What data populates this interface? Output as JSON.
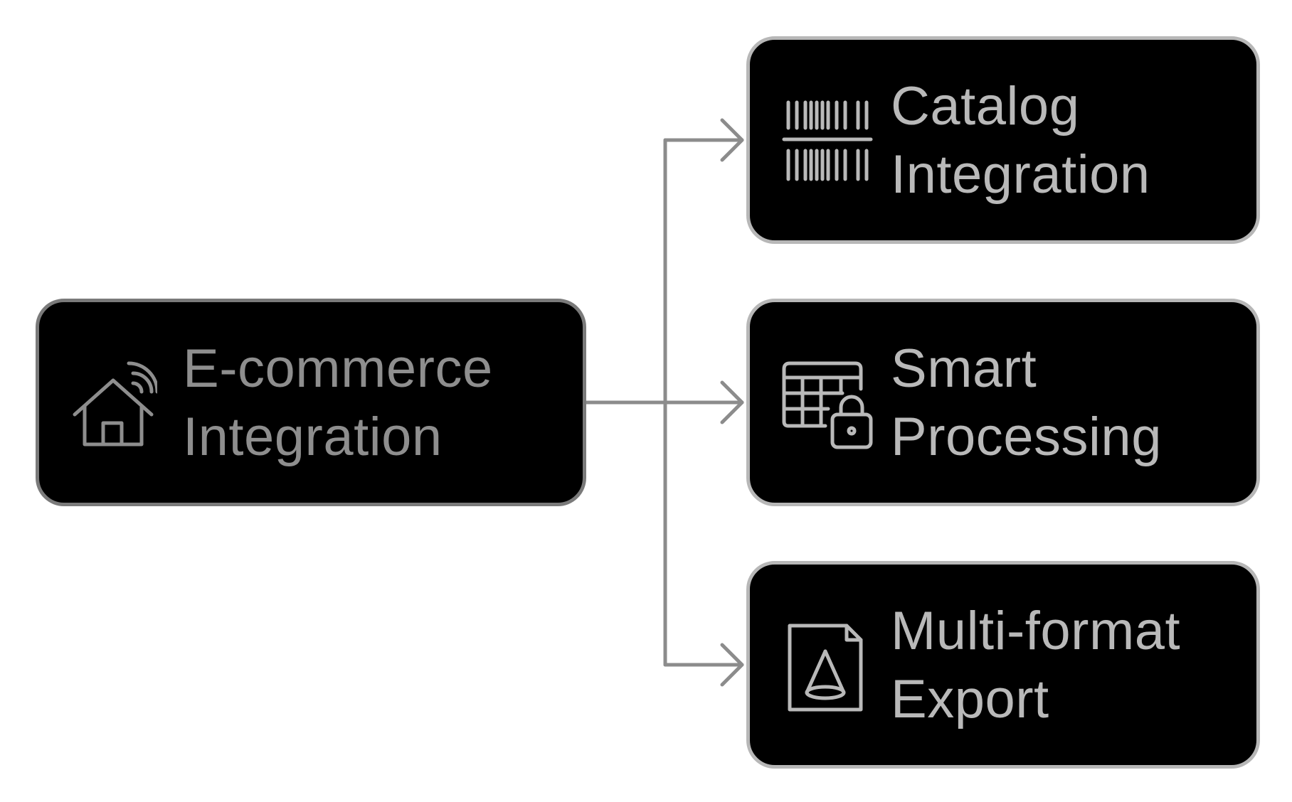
{
  "colors": {
    "background": "#ffffff",
    "node_fill": "#000000",
    "root_border": "#7a7a7a",
    "child_border": "#b7b7b7",
    "root_text": "#8e8e8e",
    "child_text": "#b9b9b9",
    "connector": "#8c8c8c"
  },
  "root": {
    "line1": "E-commerce",
    "line2": "Integration",
    "icon": "smart-home-icon"
  },
  "children": [
    {
      "line1": "Catalog",
      "line2": "Integration",
      "icon": "barcode-icon"
    },
    {
      "line1": "Smart",
      "line2": "Processing",
      "icon": "locked-table-icon"
    },
    {
      "line1": "Multi-format",
      "line2": "Export",
      "icon": "document-shape-icon"
    }
  ]
}
